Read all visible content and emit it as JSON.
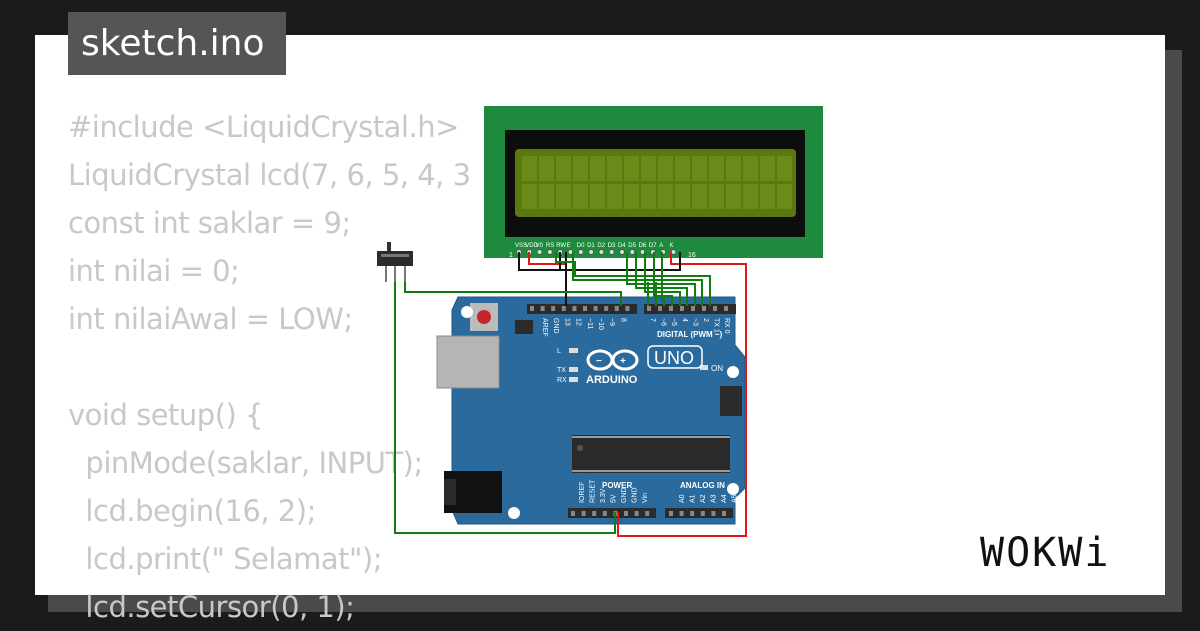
{
  "filename": "sketch.ino",
  "code_lines": [
    "#include <LiquidCrystal.h>",
    "LiquidCrystal lcd(7, 6, 5, 4, 3",
    "const int saklar = 9;",
    "int nilai = 0;",
    "int nilaiAwal = LOW;",
    "",
    "void setup() {",
    "  pinMode(saklar, INPUT);",
    "  lcd.begin(16, 2);",
    "  lcd.print(\" Selamat\");",
    "  lcd.setCursor(0, 1);"
  ],
  "lcd": {
    "pin_labels": [
      "VSS",
      "VDD",
      "V0",
      "RS",
      "RW",
      "E",
      "D0",
      "D1",
      "D2",
      "D3",
      "D4",
      "D5",
      "D6",
      "D7",
      "A",
      "K"
    ],
    "pin_first": "1",
    "pin_last": "16"
  },
  "arduino": {
    "brand": "ARDUINO",
    "model": "UNO",
    "digital_header": "DIGITAL (PWM ~)",
    "top_pins": [
      "AREF",
      "GND",
      "13",
      "12",
      "~11",
      "~10",
      "~9",
      "8",
      "7",
      "~6",
      "~5",
      "4",
      "~3",
      "2",
      "TX 1",
      "RX 0"
    ],
    "led_labels": [
      "L",
      "TX",
      "RX"
    ],
    "on_label": "ON",
    "power_header": "POWER",
    "analog_header": "ANALOG IN",
    "power_pins": [
      "IOREF",
      "RESET",
      "3.3V",
      "5V",
      "GND",
      "GND",
      "Vin"
    ],
    "analog_pins": [
      "A0",
      "A1",
      "A2",
      "A3",
      "A4",
      "A5"
    ]
  },
  "brand_logo": "WOKWi",
  "colors": {
    "background": "#1b1b1b",
    "card": "#ffffff",
    "code_text": "#c8c8c8",
    "filename_tab": "#555555",
    "lcd_pcb": "#1d8a3e",
    "lcd_screen": "#5a7a10",
    "arduino_board": "#2a6a9c",
    "wire_green": "#0f7d0f",
    "wire_black": "#111111",
    "wire_red": "#e01818"
  }
}
